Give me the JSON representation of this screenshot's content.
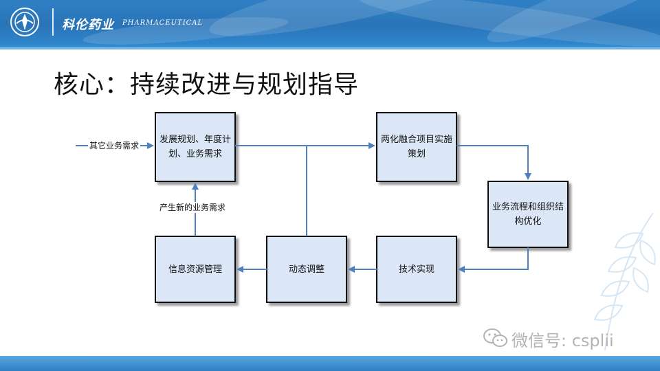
{
  "header": {
    "company_cn": "科伦药业",
    "company_en": "PHARMACEUTICAL"
  },
  "slide": {
    "title": "核心：持续改进与规划指导"
  },
  "diagram": {
    "nodes": {
      "planning": "发展规划、年度计划、业务需求",
      "project": "两化融合项目实施策划",
      "process": "业务流程和组织结构优化",
      "tech": "技术实现",
      "adjust": "动态调整",
      "info": "信息资源管理"
    },
    "edge_labels": {
      "other_needs": "其它业务需求",
      "new_needs": "产生新的业务需求"
    }
  },
  "watermark": {
    "text": "微信号: csplii"
  },
  "colors": {
    "header": "#2a74b8",
    "box_fill": "#dbe6f6",
    "arrow": "#4f7fbf",
    "box_border": "#111111"
  }
}
